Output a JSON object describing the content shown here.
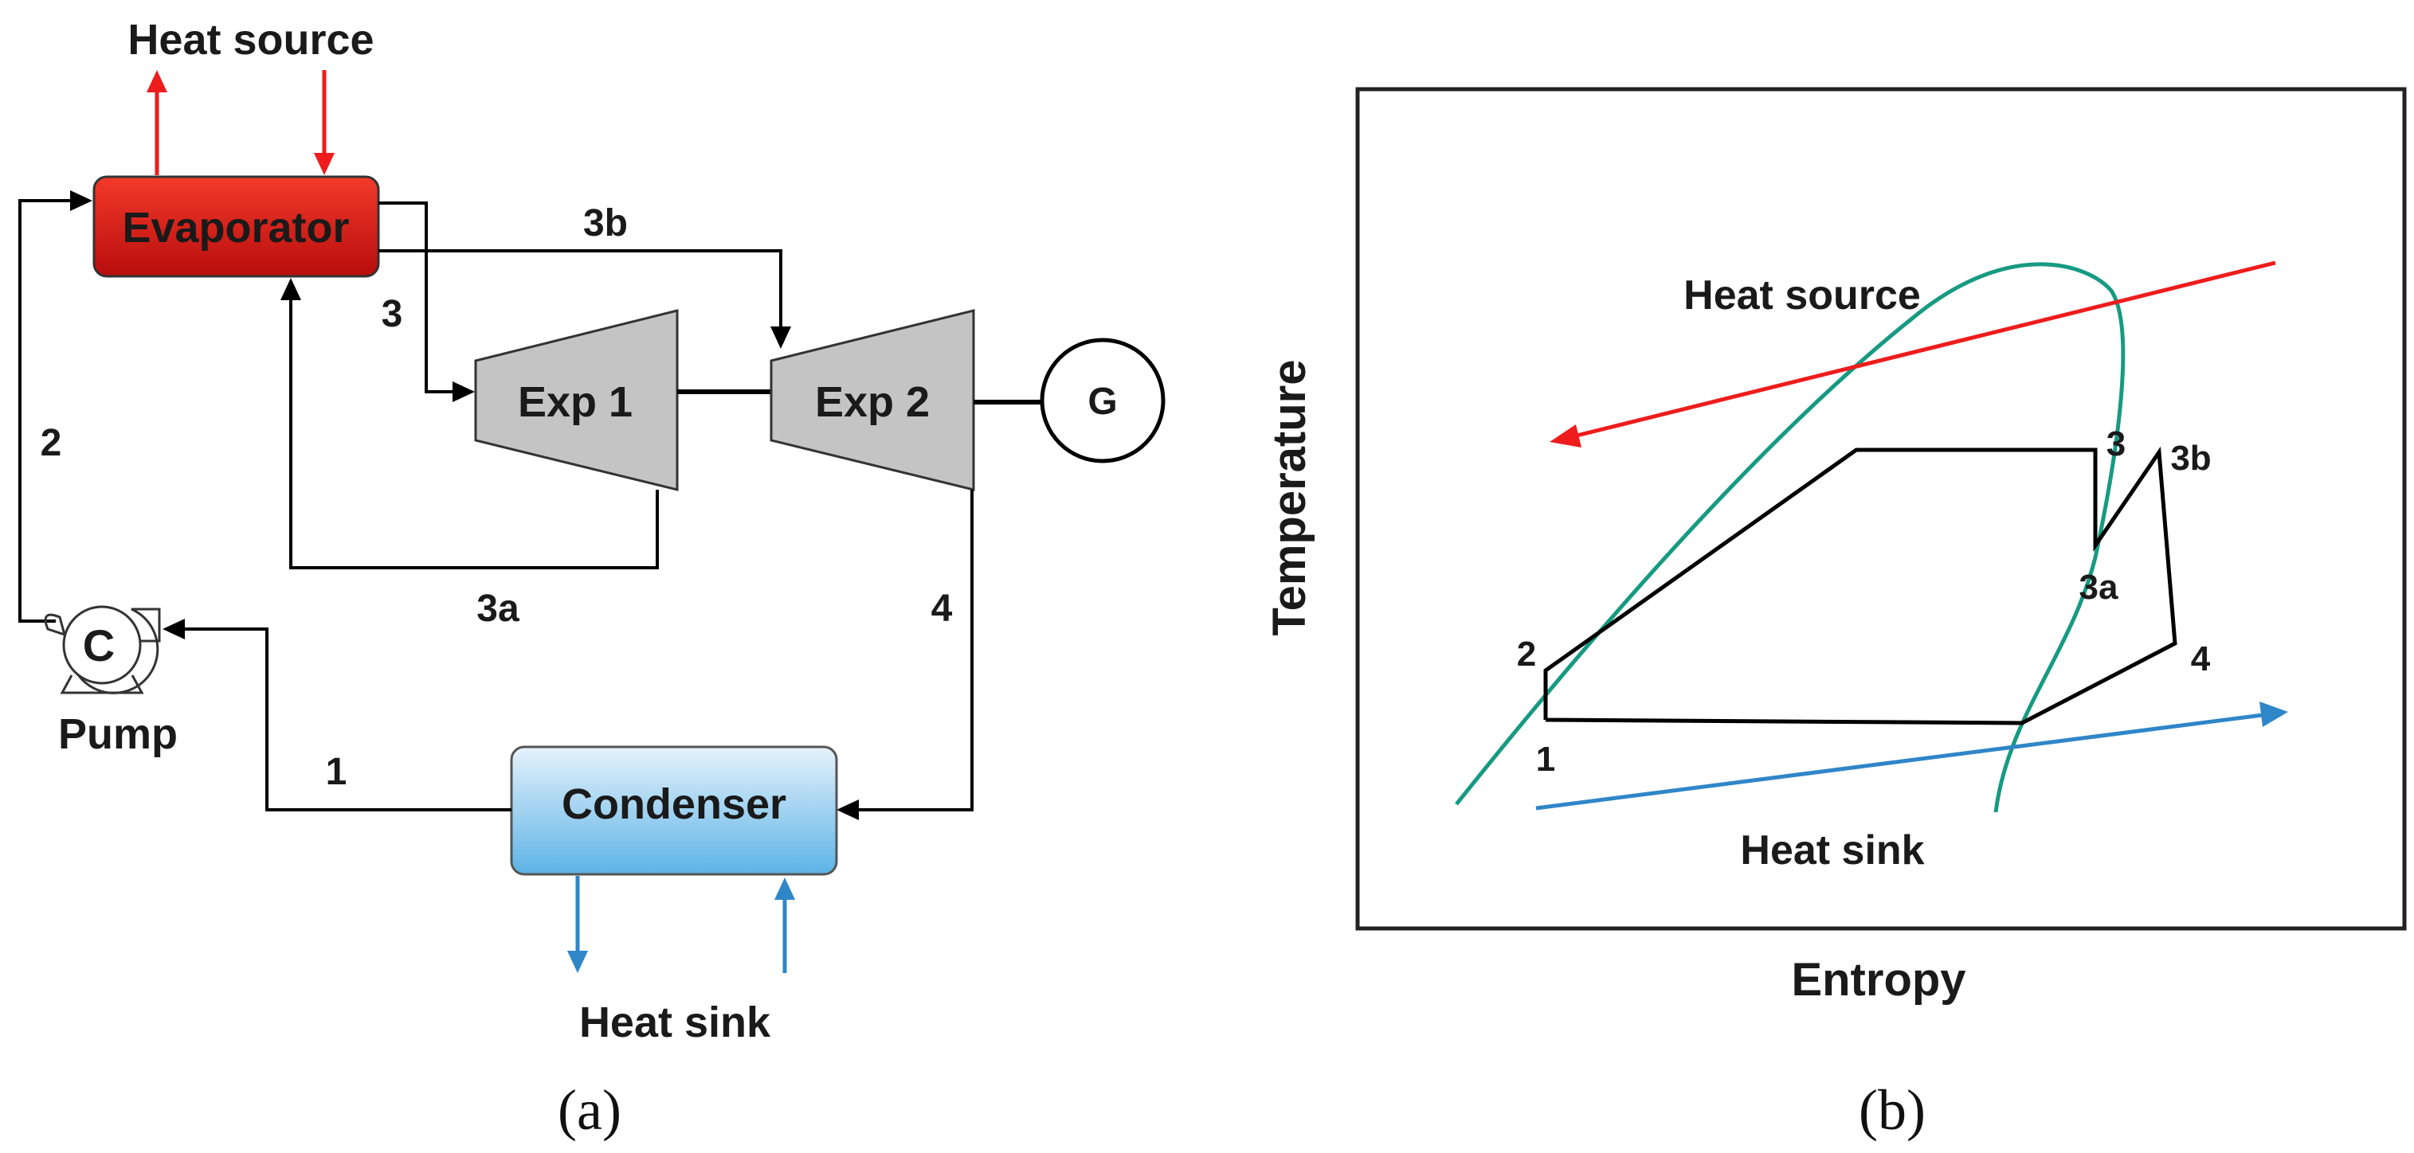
{
  "panel_a": {
    "heat_source_label": "Heat source",
    "evaporator_label": "Evaporator",
    "exp1_label": "Exp 1",
    "exp2_label": "Exp 2",
    "generator_label": "G",
    "pump_label": "Pump",
    "pump_symbol": "C",
    "condenser_label": "Condenser",
    "heat_sink_label": "Heat sink",
    "state_labels": {
      "s1": "1",
      "s2": "2",
      "s3": "3",
      "s3a": "3a",
      "s3b": "3b",
      "s4": "4"
    },
    "caption": "(a)"
  },
  "panel_b": {
    "heat_source_label": "Heat source",
    "heat_sink_label": "Heat sink",
    "xlabel": "Entropy",
    "ylabel": "Temperature",
    "state_labels": {
      "s1": "1",
      "s2": "2",
      "s3": "3",
      "s3a": "3a",
      "s3b": "3b",
      "s4": "4"
    },
    "caption": "(b)"
  },
  "colors": {
    "evaporator_top": "#f23a2a",
    "evaporator_bottom": "#b80d0d",
    "condenser_top": "#e6f2fb",
    "condenser_bottom": "#5cb3e6",
    "expander": "#c4c4c4",
    "heat_source_arrow": "#ee1c1c",
    "heat_sink_arrow": "#2f86c8",
    "saturation_dome": "#179a82",
    "lines": "#000000"
  }
}
